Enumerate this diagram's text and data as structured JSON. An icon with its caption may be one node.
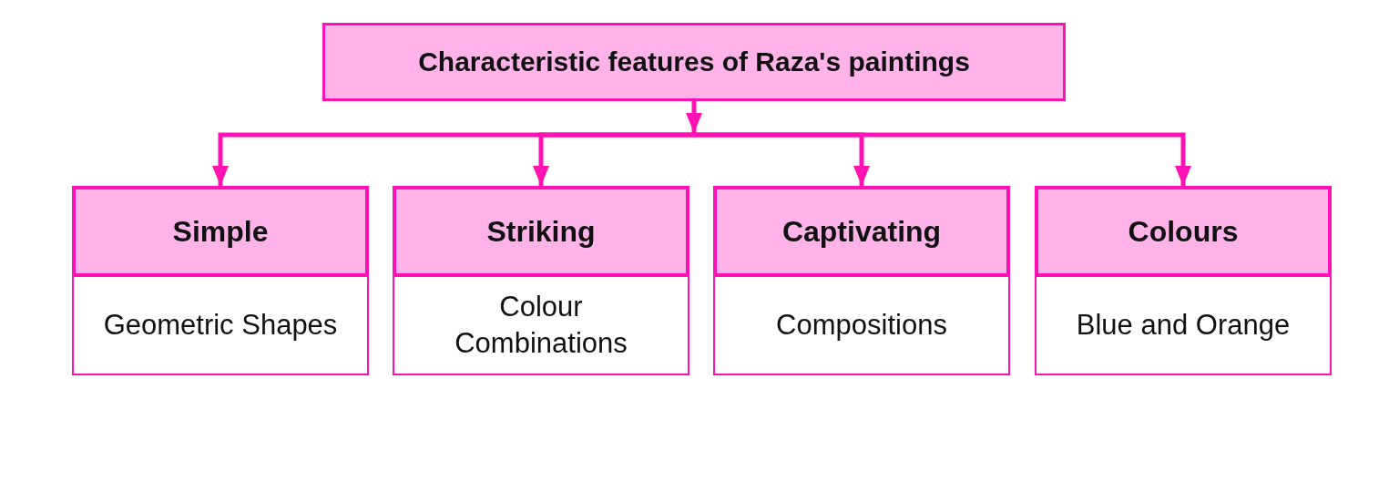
{
  "diagram": {
    "nodes": [
      {
        "text": [
          "Characteristic features of Raza's paintings"
        ]
      },
      {
        "text": [
          "Simple"
        ]
      },
      {
        "text": [
          "Geometric Shapes"
        ]
      },
      {
        "text": [
          "Striking"
        ]
      },
      {
        "text": [
          "Colour Combinations"
        ]
      },
      {
        "text": [
          "Captivating"
        ]
      },
      {
        "text": [
          "Compositions"
        ]
      },
      {
        "text": [
          "Colours"
        ]
      },
      {
        "text": [
          "Blue and Orange"
        ]
      }
    ],
    "edges": [
      {
        "from": 0,
        "to": 1,
        "arrow": "to"
      },
      {
        "from": 0,
        "to": 3,
        "arrow": "to"
      },
      {
        "from": 0,
        "to": 5,
        "arrow": "to"
      },
      {
        "from": 0,
        "to": 7,
        "arrow": "to"
      }
    ]
  }
}
